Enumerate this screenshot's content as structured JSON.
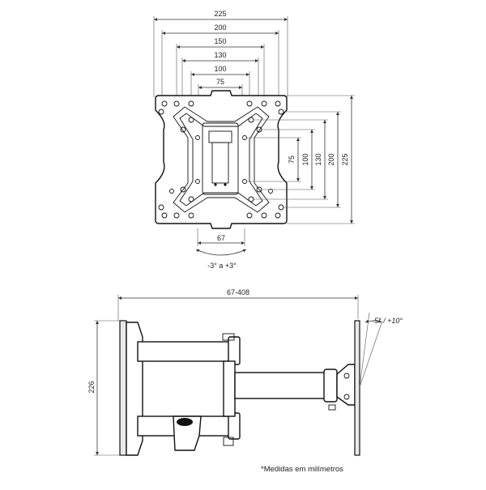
{
  "top_view": {
    "dims_horizontal": [
      "225",
      "200",
      "150",
      "130",
      "100",
      "75"
    ],
    "dims_vertical": [
      "75",
      "100",
      "130",
      "200",
      "225"
    ],
    "arm_width": "67",
    "rotation": "-3° a +3°"
  },
  "side_view": {
    "extension": "67-408",
    "height": "226",
    "tilt": "-5° / +10°"
  },
  "footnote": "*Medidas em milímetros"
}
